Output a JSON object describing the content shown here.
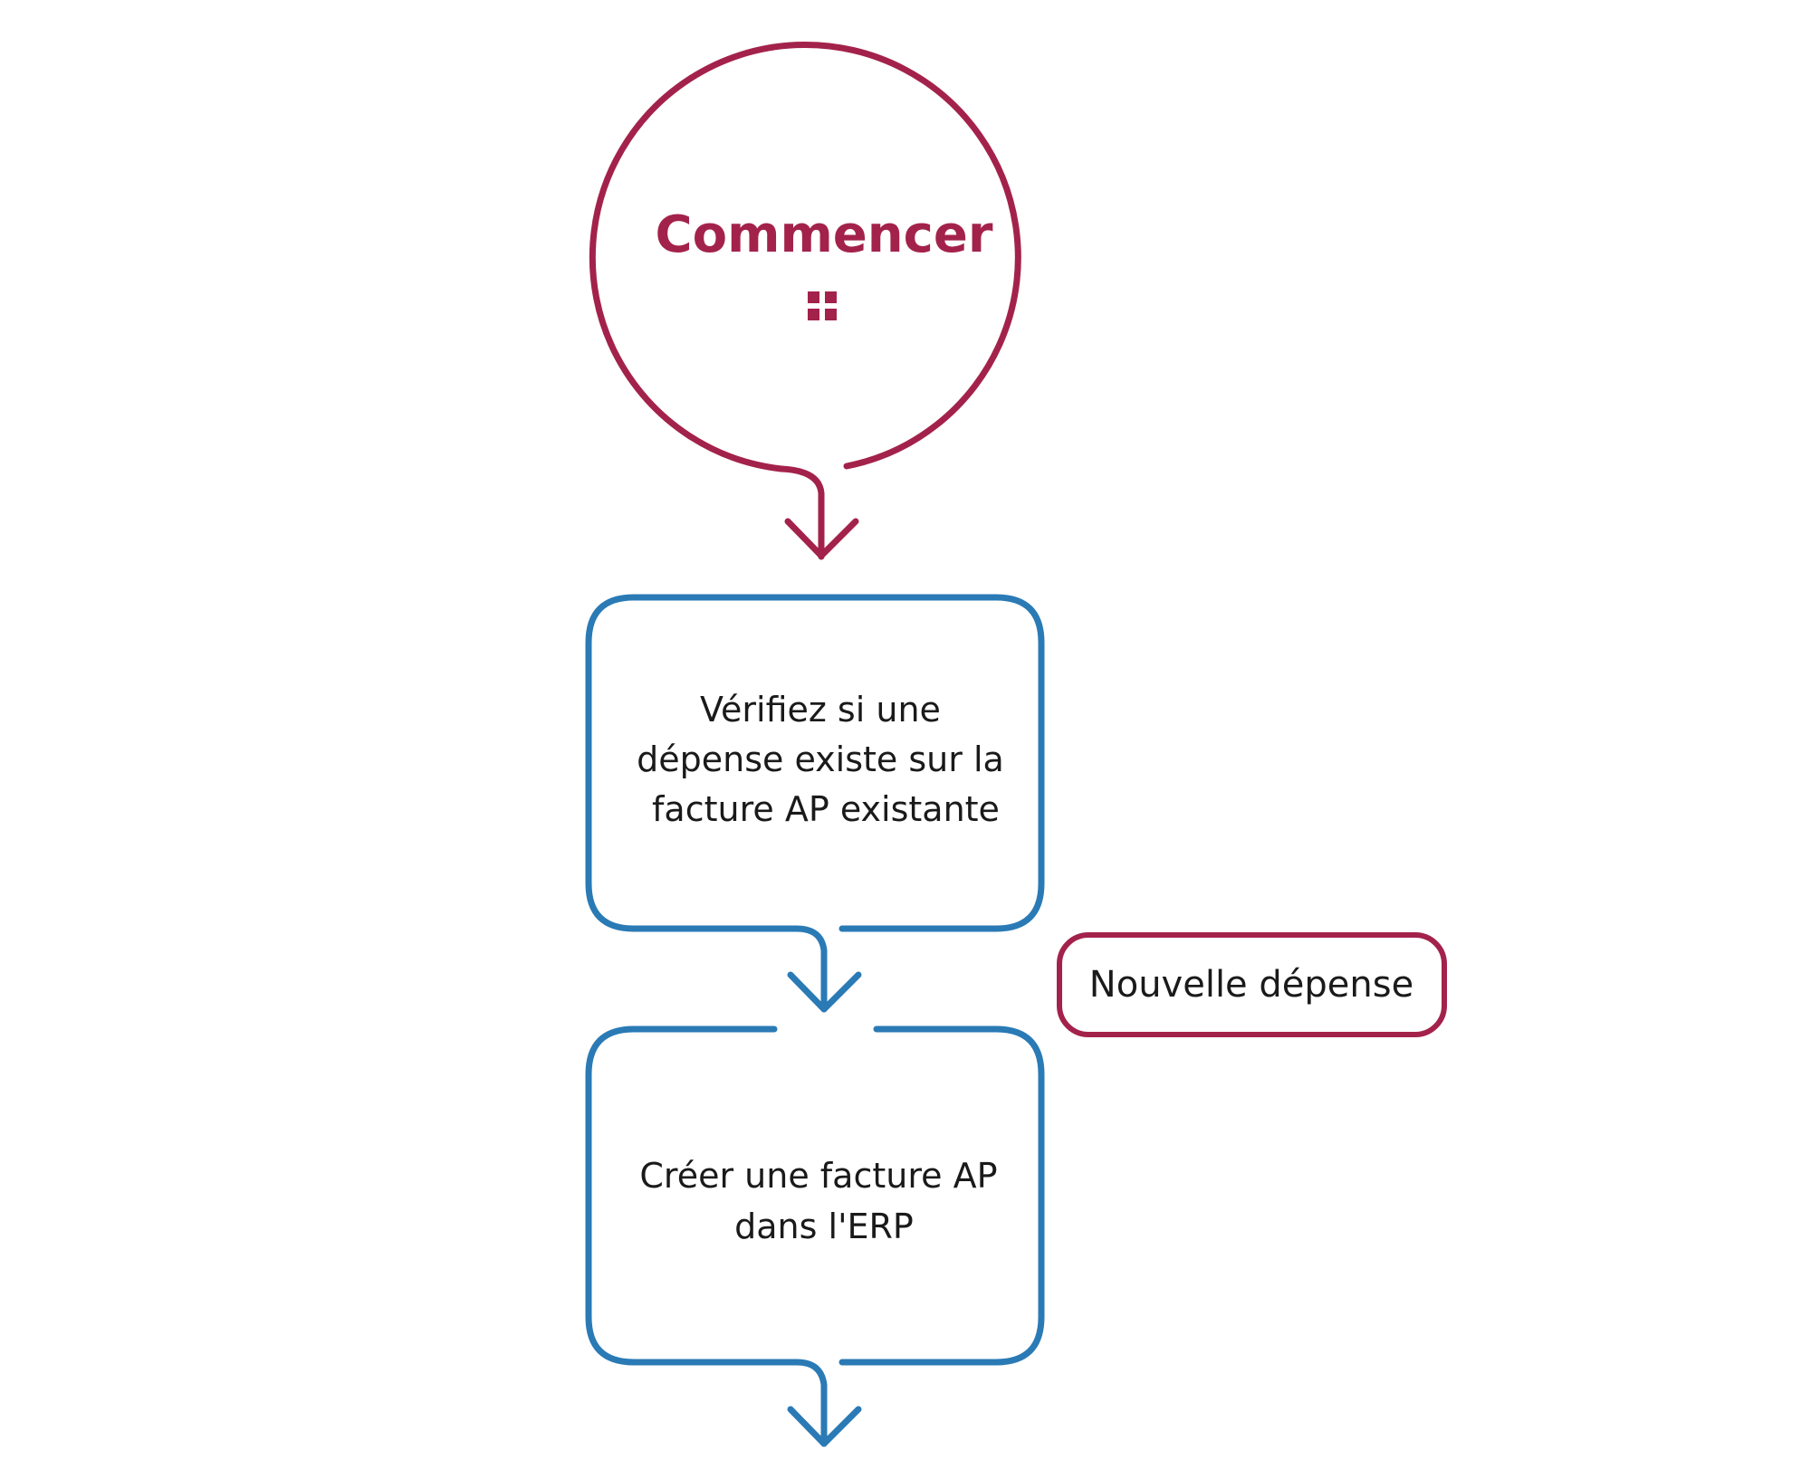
{
  "colors": {
    "start": "#a3224b",
    "process": "#2a7ab5",
    "text": "#1a1a1a",
    "background": "#ffffff"
  },
  "start": {
    "label": "Commencer",
    "icon": "grid-icon"
  },
  "steps": [
    {
      "lines": [
        "Vérifiez si une",
        "dépense existe sur la",
        "facture AP existante"
      ]
    },
    {
      "lines": [
        "Créer une facture AP",
        "dans l'ERP"
      ]
    }
  ],
  "branch_label": {
    "label": "Nouvelle dépense"
  }
}
